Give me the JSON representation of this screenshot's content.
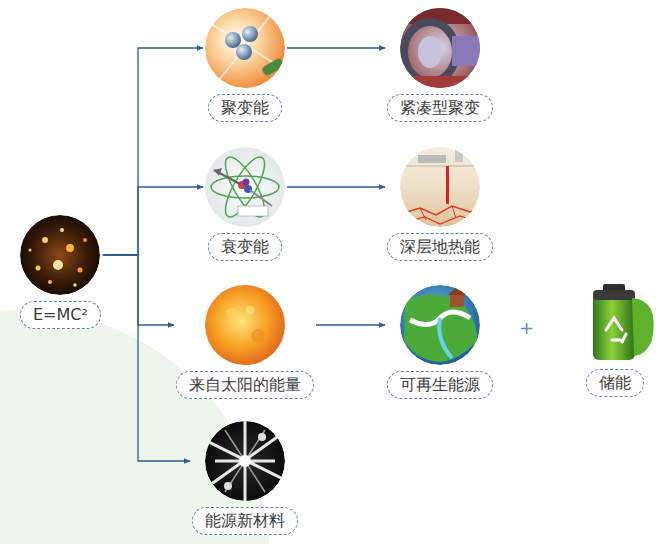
{
  "diagram": {
    "nodes": [
      {
        "text": [
          "E=MC²"
        ]
      },
      {
        "text": [
          "聚变能"
        ]
      },
      {
        "text": [
          "紧凑型聚变"
        ]
      },
      {
        "text": [
          "衰变能"
        ]
      },
      {
        "text": [
          "深层地热能"
        ]
      },
      {
        "text": [
          "来自太阳的能量"
        ]
      },
      {
        "text": [
          "可再生能源"
        ]
      },
      {
        "text": [
          "储能"
        ]
      },
      {
        "text": [
          "能源新材料"
        ]
      }
    ],
    "edges": [
      {
        "from": 0,
        "to": 1,
        "arrow": "to"
      },
      {
        "from": 0,
        "to": 3,
        "arrow": "to"
      },
      {
        "from": 0,
        "to": 5,
        "arrow": "to"
      },
      {
        "from": 0,
        "to": 8,
        "arrow": "to"
      },
      {
        "from": 1,
        "to": 2,
        "arrow": "to"
      },
      {
        "from": 3,
        "to": 4,
        "arrow": "to"
      },
      {
        "from": 5,
        "to": 6,
        "arrow": "to"
      }
    ],
    "labels": [
      "+"
    ]
  }
}
